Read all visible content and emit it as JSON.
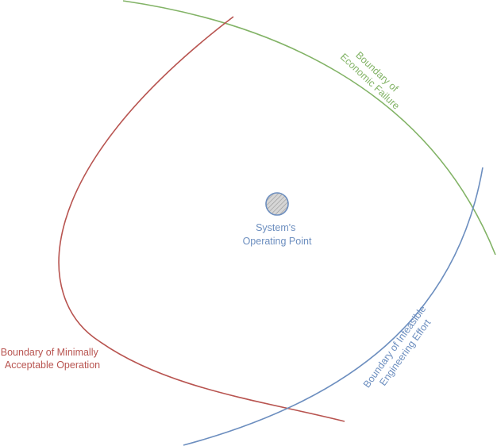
{
  "colors": {
    "background": "#ffffff",
    "economic_boundary": "#82b366",
    "acceptable_boundary": "#b85450",
    "engineering_boundary": "#6c8ebf",
    "operating_point": "#6c8ebf",
    "operating_point_fill": "#bfbfbf"
  },
  "labels": {
    "economic": [
      "Boundary of",
      "Economic Failure"
    ],
    "acceptable": [
      "Boundary of Minimally",
      "Acceptable Operation"
    ],
    "engineering": [
      "Boundary of Infeasible",
      "Engineering Effort"
    ],
    "operating_point": [
      "System's",
      "Operating Point"
    ]
  }
}
